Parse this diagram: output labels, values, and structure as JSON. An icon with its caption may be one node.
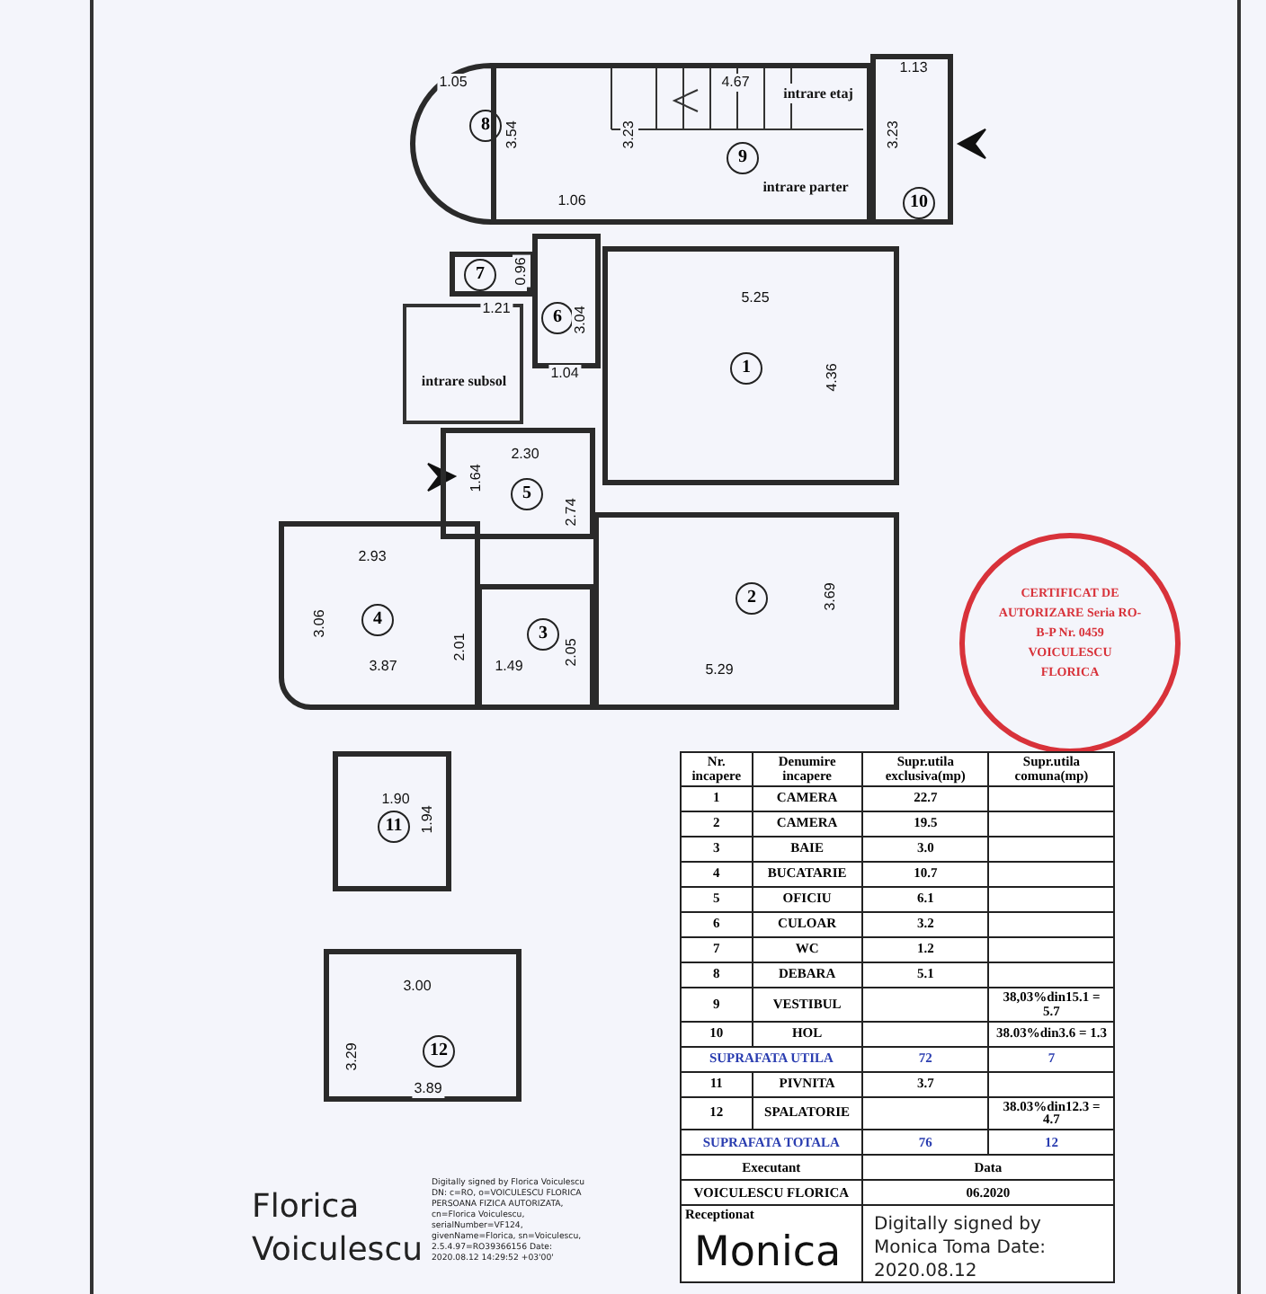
{
  "diagram": {
    "nodes": [
      {
        "text": [
          "1"
        ]
      },
      {
        "text": [
          "2"
        ]
      },
      {
        "text": [
          "3"
        ]
      },
      {
        "text": [
          "4"
        ]
      },
      {
        "text": [
          "5"
        ]
      },
      {
        "text": [
          "6"
        ]
      },
      {
        "text": [
          "7"
        ]
      },
      {
        "text": [
          "8"
        ]
      },
      {
        "text": [
          "9"
        ]
      },
      {
        "text": [
          "10"
        ]
      },
      {
        "text": [
          "11"
        ]
      },
      {
        "text": [
          "12"
        ]
      }
    ],
    "edges": [],
    "labels": [
      "1.05",
      "4.67",
      "intrare etaj",
      "1.13",
      "3.54",
      "3.23",
      "3.23",
      "intrare parter",
      "1.06",
      "1.21",
      "0.96",
      "3.04",
      "5.25",
      "4.36",
      "intrare subsol",
      "1.04",
      "2.30",
      "1.64",
      "2.74",
      "2.93",
      "3.06",
      "2.01",
      "2.05",
      "3.87",
      "1.49",
      "5.29",
      "3.69",
      "1.90",
      "1.94",
      "3.00",
      "3.29",
      "3.89",
      "Nr. incapere",
      "Denumire incapere",
      "Supr.utila exclusiva(mp)",
      "Supr.utila comuna(mp)",
      "1",
      "CAMERA",
      "22.7",
      "2",
      "CAMERA",
      "19.5",
      "3",
      "BAIE",
      "3.0",
      "4",
      "BUCATARIE",
      "10.7",
      "5",
      "OFICIU",
      "6.1",
      "6",
      "CULOAR",
      "3.2",
      "7",
      "WC",
      "1.2",
      "8",
      "DEBARA",
      "5.1",
      "9",
      "VESTIBUL",
      "38,03%din15.1 = 5.7",
      "10",
      "HOL",
      "38.03%din3.6 = 1.3",
      "SUPRAFATA UTILA",
      "72",
      "7",
      "11",
      "PIVNITA",
      "3.7",
      "12",
      "SPALATORIE",
      "38.03%din12.3 = 4.7",
      "SUPRAFATA TOTALA",
      "76",
      "12",
      "Executant",
      "Data",
      "VOICULESCU FLORICA",
      "06.2020",
      "Receptionat",
      "Florica Voiculescu",
      "Digitally signed by Florica Voiculescu DN: c=RO, o=VOICULESCU FLORICA PERSOANA FIZICA AUTORIZATA, cn=Florica Voiculescu, serialNumber=VF124, givenName=Florica, sn=Voiculescu, 2.5.4.97=RO39366156 Date: 2020.08.12 14:29:52 +03'00'",
      "Monica",
      "Digitally signed by Monica Toma Date: 2020.08.12",
      "CERTIFICAT DE AUTORIZARE Seria RO-B-P Nr. 0459 VOICULESCU FLORICA"
    ]
  }
}
